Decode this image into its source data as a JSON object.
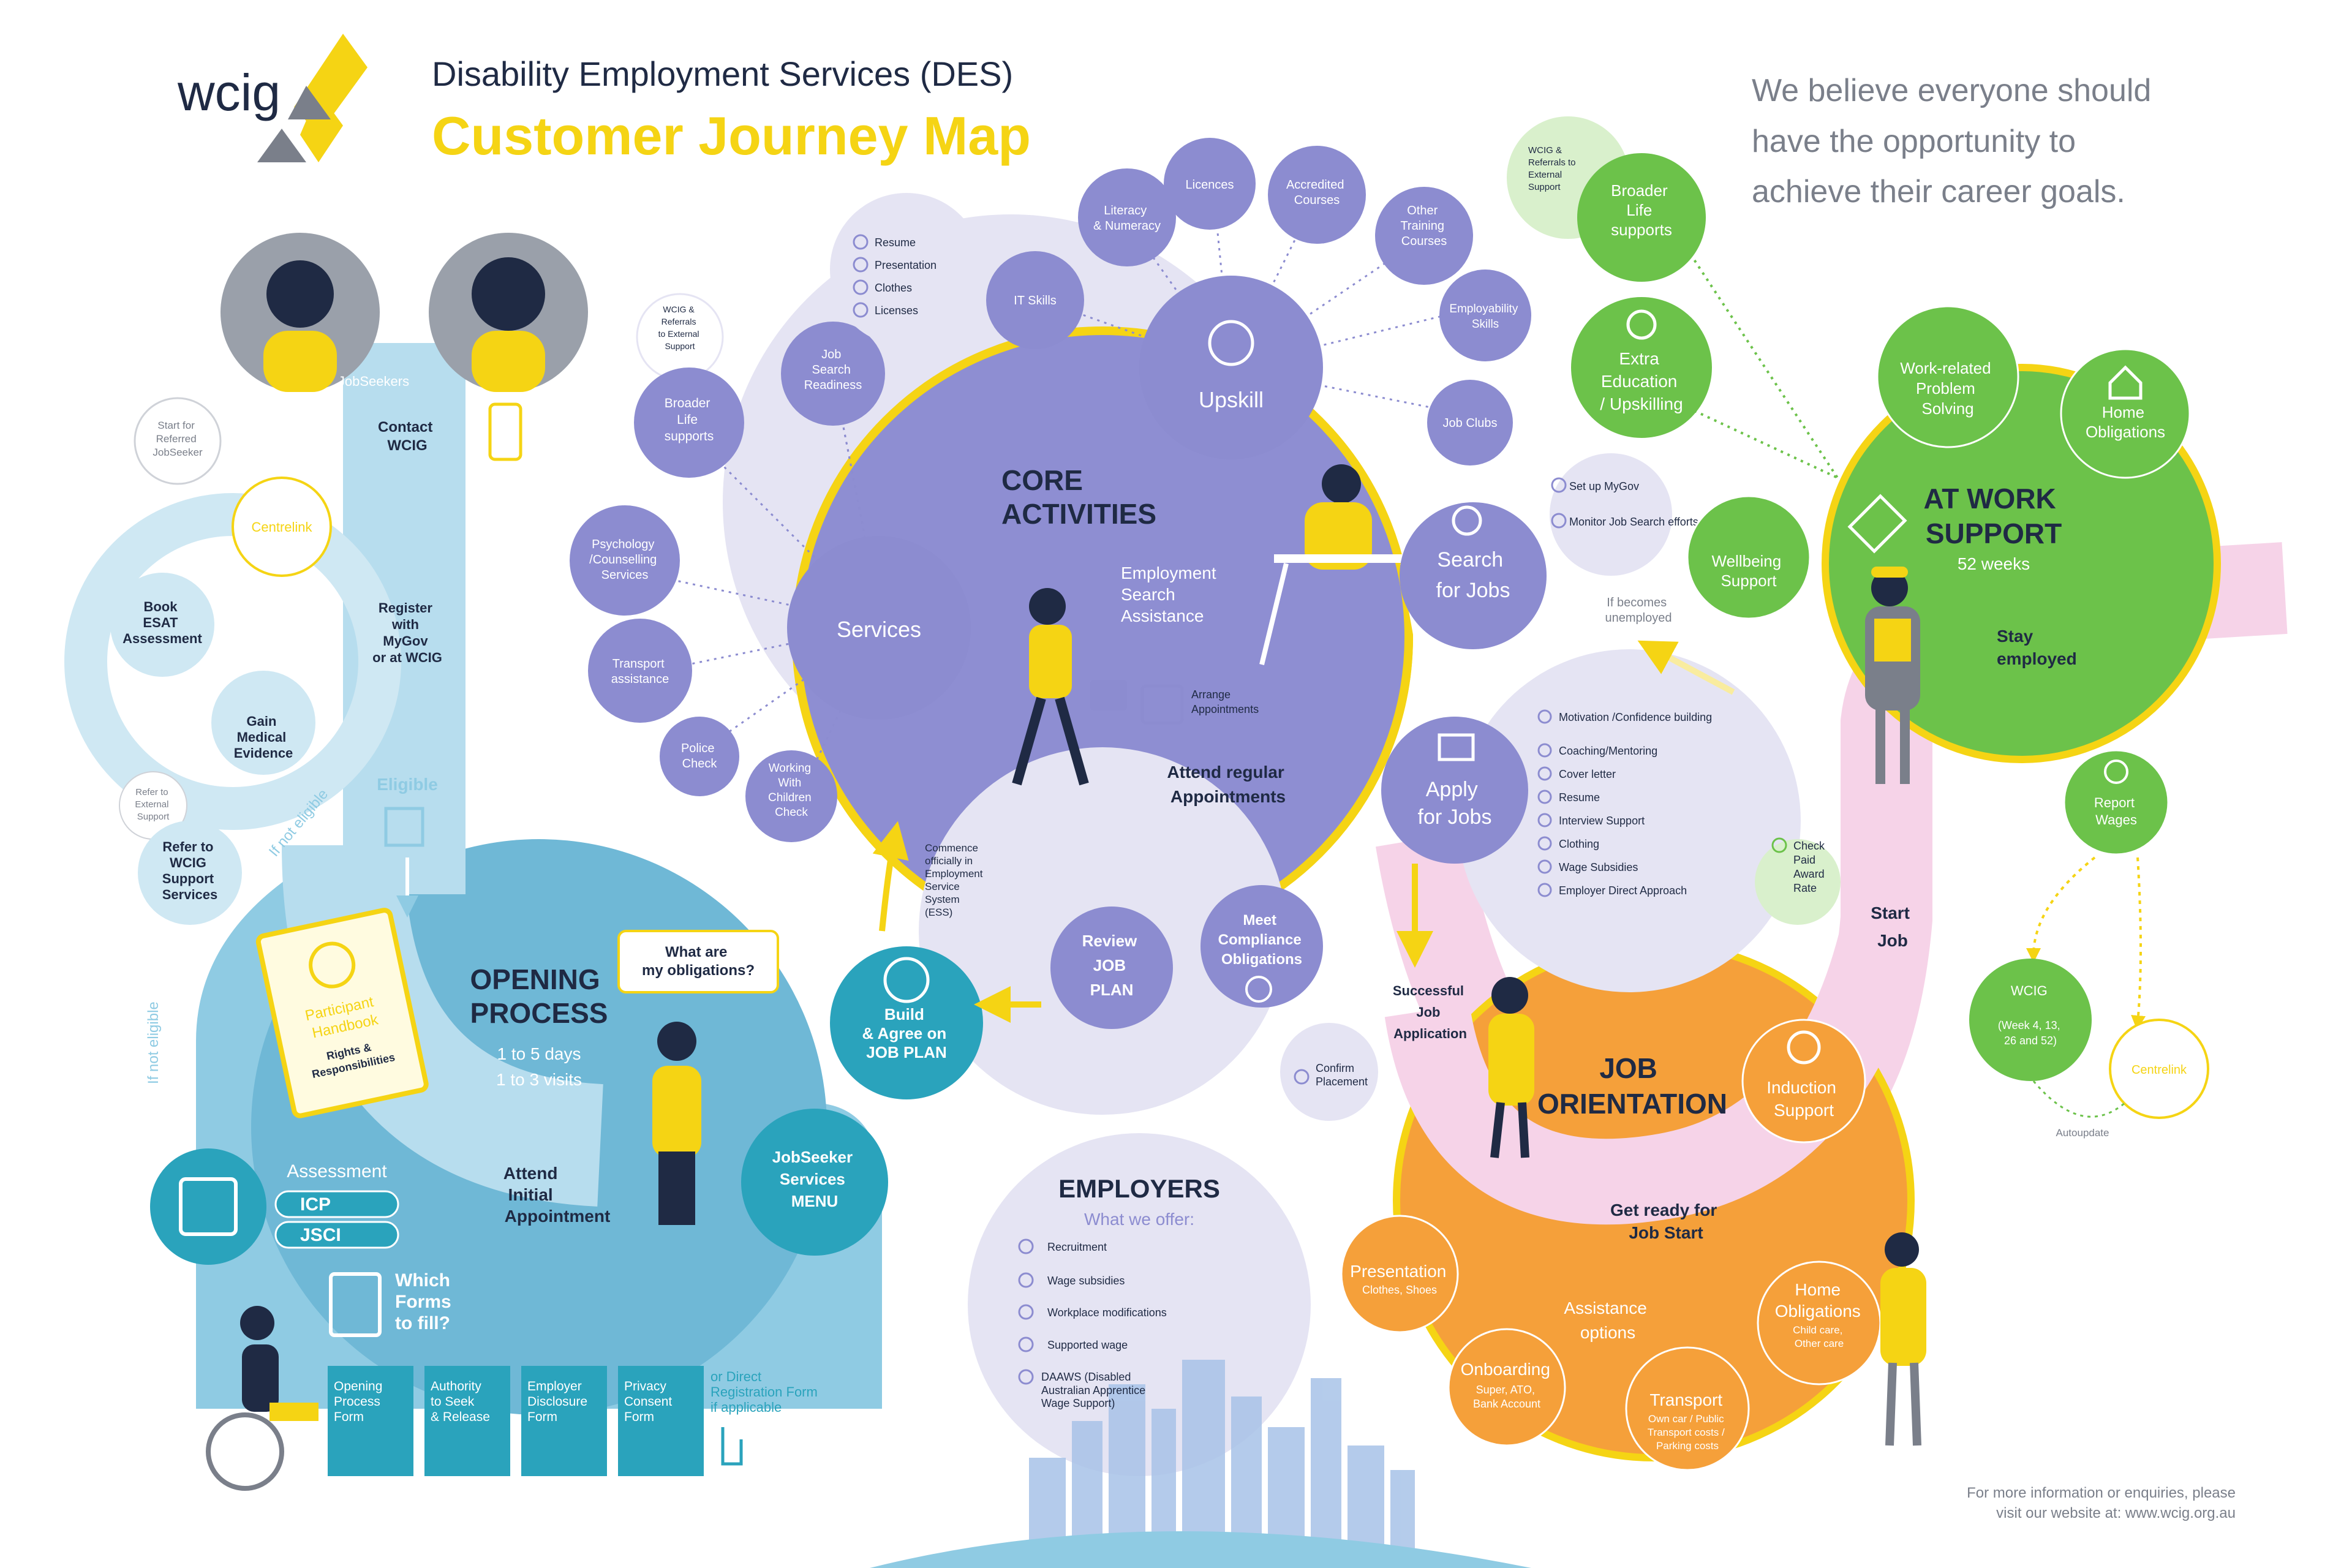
{
  "header": {
    "logo_text": "wcig",
    "subtitle": "Disability Employment Services (DES)",
    "title": "Customer Journey Map",
    "tagline": [
      "We believe everyone should",
      "have the opportunity to",
      "achieve their career goals."
    ]
  },
  "colors": {
    "yellow": "#f5d414",
    "lightblue": "#8fcbe3",
    "teal": "#2aa3bc",
    "midblue": "#6fb8d6",
    "lavender": "#c4c4e6",
    "purple": "#8c8cd0",
    "pale": "#e5e4f3",
    "green": "#6cc24a",
    "green_light": "#a9dd8e",
    "orange": "#f5a03a",
    "orange_light": "#f9c27a",
    "pink": "#f6d3e8",
    "navy": "#1f2a44",
    "grey": "#7a7f8a"
  },
  "journey": {
    "jobseekers": "JobSeekers",
    "contact": [
      "Contact",
      "WCIG"
    ],
    "start_referred": [
      "Start for",
      "Referred",
      "JobSeeker"
    ],
    "centrelink": "Centrelink",
    "register": [
      "Register",
      "with",
      "MyGov",
      "or at WCIG"
    ],
    "book_esat": [
      "Book",
      "ESAT",
      "Assessment"
    ],
    "gain_medical": [
      "Gain",
      "Medical",
      "Evidence"
    ],
    "eligible": "Eligible",
    "if_not_eligible": "If not eligible",
    "if_not_eligible_left": "If not eligible",
    "refer_external": [
      "Refer to",
      "External",
      "Support"
    ],
    "refer_wcig": [
      "Refer to",
      "WCIG",
      "Support",
      "Services"
    ],
    "handbook": [
      "Participant",
      "Handbook",
      "Rights &",
      "Responsibilities"
    ]
  },
  "opening": {
    "title": [
      "OPENING",
      "PROCESS"
    ],
    "days": "1 to 5 days",
    "visits": "1 to 3 visits",
    "obligations": [
      "What are",
      "my obligations?"
    ],
    "attend": [
      "Attend",
      "Initial",
      "Appointment"
    ],
    "assessment": "Assessment",
    "icp": "ICP",
    "jsci": "JSCI",
    "forms_q": [
      "Which",
      "Forms",
      "to fill?"
    ],
    "forms": [
      [
        "Opening",
        "Process",
        "Form"
      ],
      [
        "Authority",
        "to Seek",
        "& Release"
      ],
      [
        "Employer",
        "Disclosure",
        "Form"
      ],
      [
        "Privacy",
        "Consent",
        "Form"
      ]
    ],
    "direct_reg": [
      "or Direct",
      "Registration Form",
      "if applicable"
    ],
    "menu": [
      "JobSeeker",
      "Services",
      "MENU"
    ],
    "build_plan": [
      "Build",
      "& Agree on",
      "JOB PLAN"
    ],
    "commence": [
      "Commence",
      "officially in",
      "Employment",
      "Service",
      "System",
      "(ESS)"
    ]
  },
  "core": {
    "title": [
      "CORE",
      "ACTIVITIES"
    ],
    "esa": [
      "Employment",
      "Search",
      "Assistance"
    ],
    "upskill": "Upskill",
    "upskill_items": [
      [
        "IT Skills"
      ],
      [
        "Literacy",
        "& Numeracy"
      ],
      [
        "Licences"
      ],
      [
        "Accredited",
        "Courses"
      ],
      [
        "Other",
        "Training",
        "Courses"
      ],
      [
        "Employability",
        "Skills"
      ],
      [
        "Job Clubs"
      ]
    ],
    "services": "Services",
    "service_items": [
      [
        "WCIG &",
        "Referrals",
        "to External",
        "Support"
      ],
      [
        "Broader",
        "Life",
        "supports"
      ],
      [
        "Psychology",
        "/Counselling",
        "Services"
      ],
      [
        "Transport",
        "assistance"
      ],
      [
        "Police",
        "Check"
      ],
      [
        "Working",
        "With",
        "Children",
        "Check"
      ],
      [
        "Job",
        "Search",
        "Readiness"
      ]
    ],
    "readiness_list": [
      "Resume",
      "Presentation",
      "Clothes",
      "Licenses"
    ],
    "search": [
      "Search",
      "for Jobs"
    ],
    "search_list": [
      "Set up MyGov",
      "Monitor Job Search efforts"
    ],
    "arrange": [
      "Arrange",
      "Appointments"
    ],
    "attend_regular": [
      "Attend regular",
      "Appointments"
    ],
    "review": [
      "Review",
      "JOB",
      "PLAN"
    ],
    "meet": [
      "Meet",
      "Compliance",
      "Obligations"
    ],
    "apply": [
      "Apply",
      "for Jobs"
    ],
    "apply_list": [
      "Motivation /Confidence building",
      "Coaching/Mentoring",
      "Cover letter",
      "Resume",
      "Interview Support",
      "Clothing",
      "Wage Subsidies",
      "Employer Direct Approach"
    ]
  },
  "orientation": {
    "successful": [
      "Successful",
      "Job",
      "Application"
    ],
    "confirm": [
      "Confirm",
      "Placement"
    ],
    "title": [
      "JOB",
      "ORIENTATION"
    ],
    "induction": [
      "Induction",
      "Support"
    ],
    "get_ready": [
      "Get ready for",
      "Job Start"
    ],
    "assistance": [
      "Assistance",
      "options"
    ],
    "presentation": [
      "Presentation",
      "Clothes, Shoes"
    ],
    "onboarding": [
      "Onboarding",
      "Super, ATO,",
      "Bank Account"
    ],
    "transport": [
      "Transport",
      "Own car / Public",
      "Transport costs /",
      "Parking costs"
    ],
    "home": [
      "Home",
      "Obligations",
      "Child care,",
      "Other care"
    ]
  },
  "work": {
    "title": [
      "AT WORK",
      "SUPPORT"
    ],
    "weeks": "52 weeks",
    "referrals": [
      "WCIG &",
      "Referrals to",
      "External",
      "Support"
    ],
    "broader": [
      "Broader",
      "Life",
      "supports"
    ],
    "extra": [
      "Extra",
      "Education",
      "/ Upskilling"
    ],
    "problem": [
      "Work-related",
      "Problem",
      "Solving"
    ],
    "home": [
      "Home",
      "Obligations"
    ],
    "wellbeing": [
      "Wellbeing",
      "Support"
    ],
    "stay": [
      "Stay",
      "employed"
    ],
    "unemployed": [
      "If becomes",
      "unemployed"
    ],
    "check_award": [
      "Check",
      "Paid",
      "Award",
      "Rate"
    ],
    "report": [
      "Report",
      "Wages"
    ],
    "start_job": [
      "Start",
      "Job"
    ],
    "wcig_weeks": [
      "WCIG",
      "(Week 4, 13,",
      "26 and 52)"
    ],
    "centrelink": "Centrelink",
    "autoupdate": "Autoupdate"
  },
  "employers": {
    "title": "EMPLOYERS",
    "subtitle": "What we offer:",
    "items": [
      "Recruitment",
      "Wage subsidies",
      "Workplace modifications",
      "Supported wage",
      "DAAWS (Disabled Australian Apprentice Wage Support)"
    ]
  },
  "footer": [
    "For more information or enquiries, please",
    "visit our website at: www.wcig.org.au"
  ]
}
